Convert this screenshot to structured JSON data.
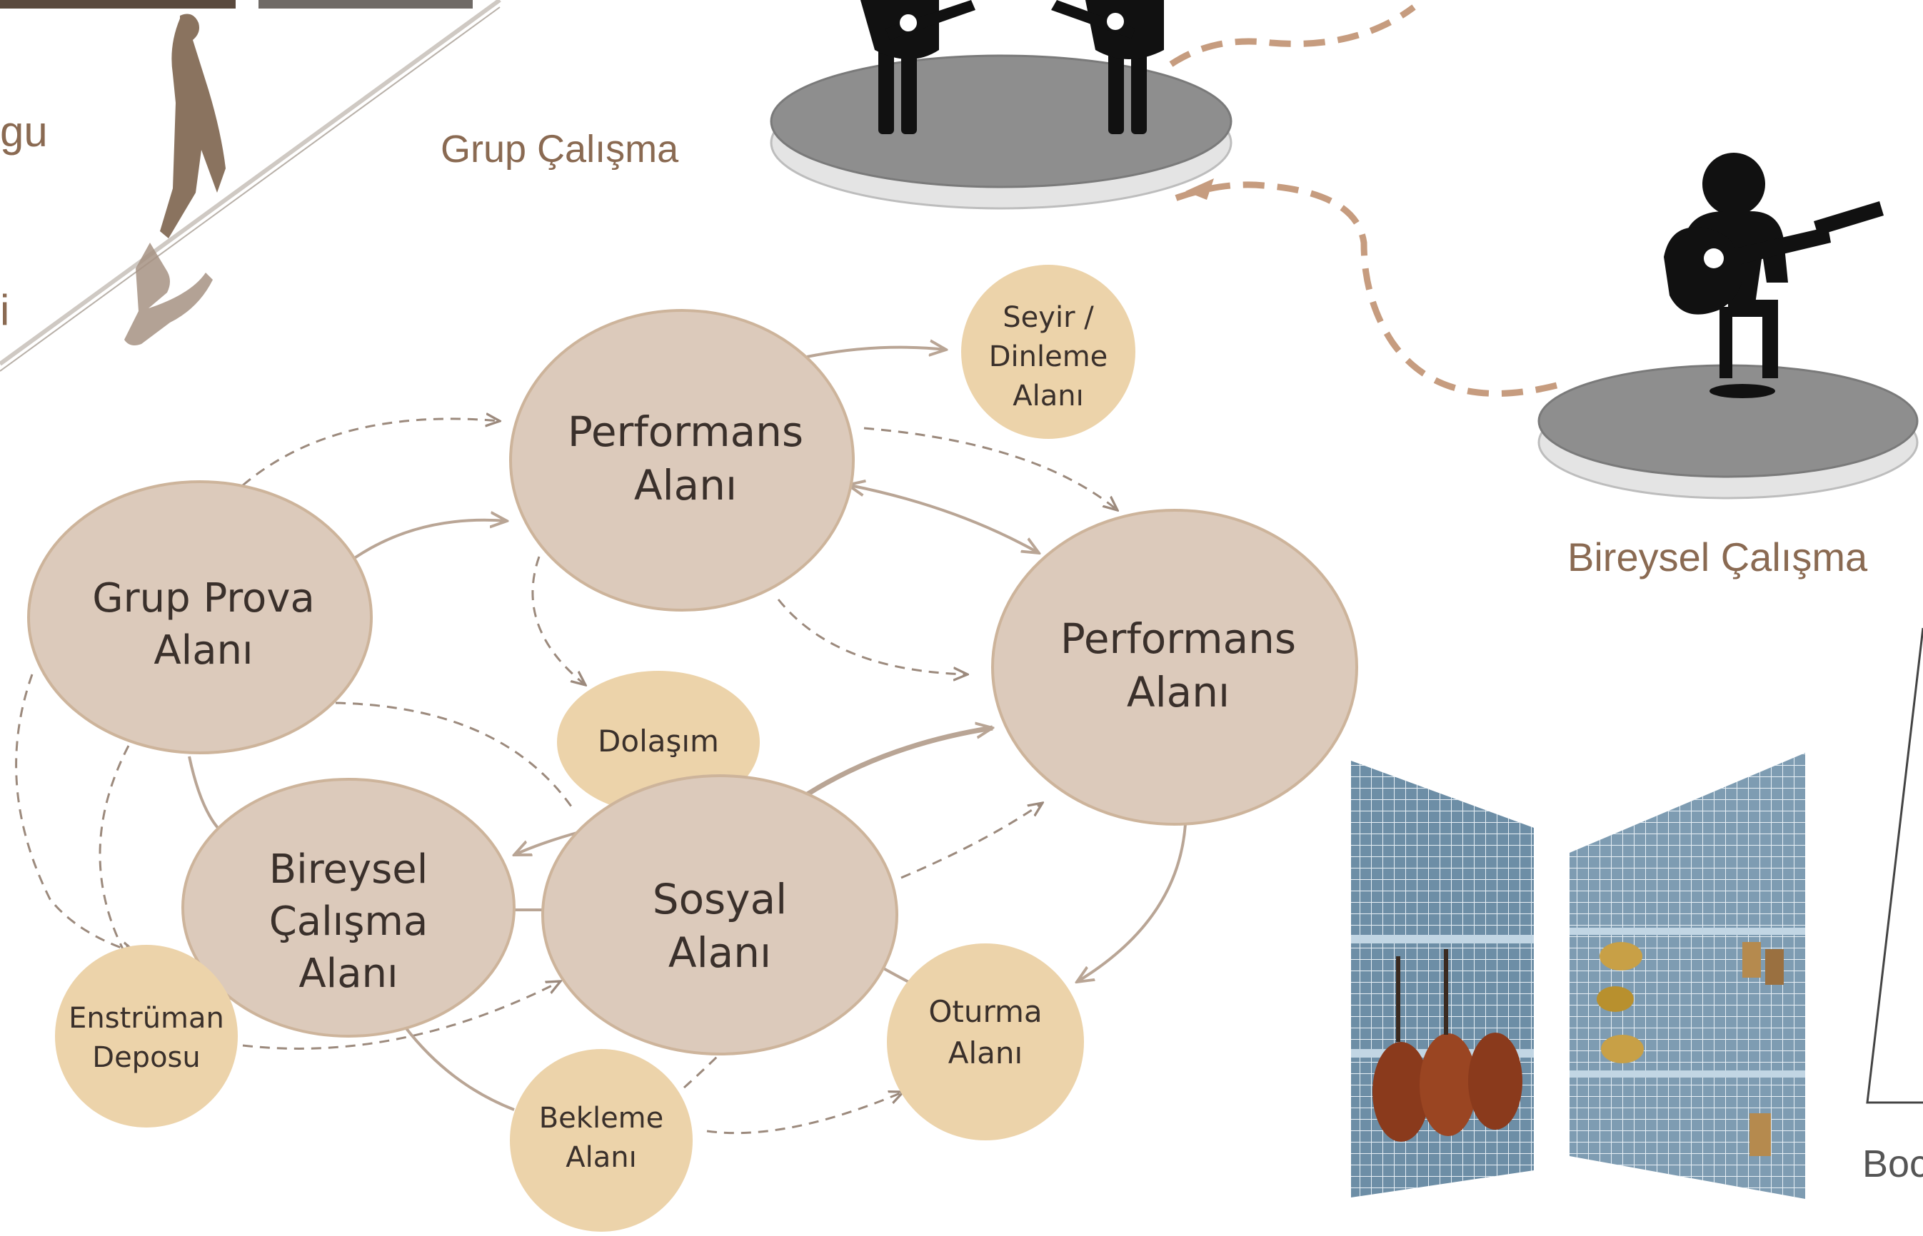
{
  "labels": {
    "edge_fragment_1": "gu",
    "edge_fragment_2": "i",
    "group_study": "Grup Çalışma",
    "individual_study": "Bireysel Çalışma",
    "edge_fragment_3": "Boc"
  },
  "nodes": {
    "performans_top": [
      "Performans",
      "Alanı"
    ],
    "performans_right": [
      "Performans",
      "Alanı"
    ],
    "grup_prova": [
      "Grup Prova",
      "Alanı"
    ],
    "bireysel": [
      "Bireysel",
      "Çalışma",
      "Alanı"
    ],
    "sosyal": [
      "Sosyal",
      "Alanı"
    ],
    "seyir": [
      "Seyir /",
      "Dinleme",
      "Alanı"
    ],
    "dolasim": [
      "Dolaşım"
    ],
    "enstruman": [
      "Enstrüman",
      "Deposu"
    ],
    "bekleme": [
      "Bekleme",
      "Alanı"
    ],
    "oturma": [
      "Oturma",
      "Alanı"
    ]
  },
  "colors": {
    "large_node": "#dccabb",
    "large_node_stroke": "#cdb49b",
    "small_node": "#ecd3aa",
    "label_brown": "#8a6a52",
    "arrow": "#b9a595",
    "dashed_path": "#c69c7f",
    "stage_disc": "#8e8e8e"
  },
  "icons": [
    "guitarist-icon",
    "guitarist-pair-icon",
    "walking-person-silhouette",
    "instrument-storage-photo"
  ]
}
